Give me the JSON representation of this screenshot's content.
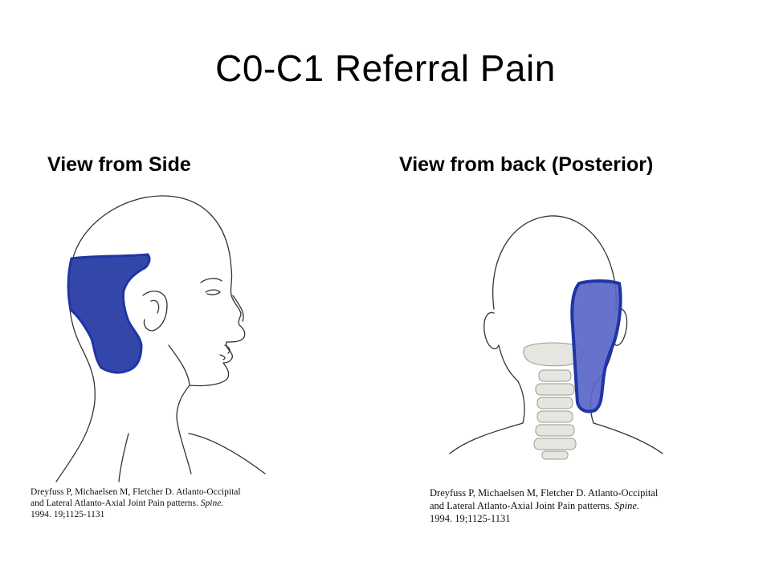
{
  "slide": {
    "title": "C0-C1 Referral Pain"
  },
  "panels": {
    "left": {
      "heading": "View from Side",
      "citation": {
        "line1": "Dreyfuss P, Michaelsen M, Fletcher D. Atlanto-Occipital",
        "line2_prefix": "and Lateral Atlanto-Axial Joint Pain patterns.",
        "journal": "Spine.",
        "line3": "1994. 19;1125-1131"
      }
    },
    "right": {
      "heading": "View from back (Posterior)",
      "citation": {
        "line1": "Dreyfuss P, Michaelsen M, Fletcher D. Atlanto-Occipital",
        "line2_prefix": "and Lateral Atlanto-Axial Joint Pain patterns.",
        "journal": "Spine.",
        "line3": "1994. 19;1125-1131"
      }
    }
  },
  "colors": {
    "pain_region": "#2b3fa8",
    "pain_region_back": "#5a66c8",
    "pain_outline": "#1f35a5",
    "line_art": "#333333"
  },
  "icons": {
    "side": "head-side-view-illustration",
    "back": "head-back-view-illustration"
  }
}
